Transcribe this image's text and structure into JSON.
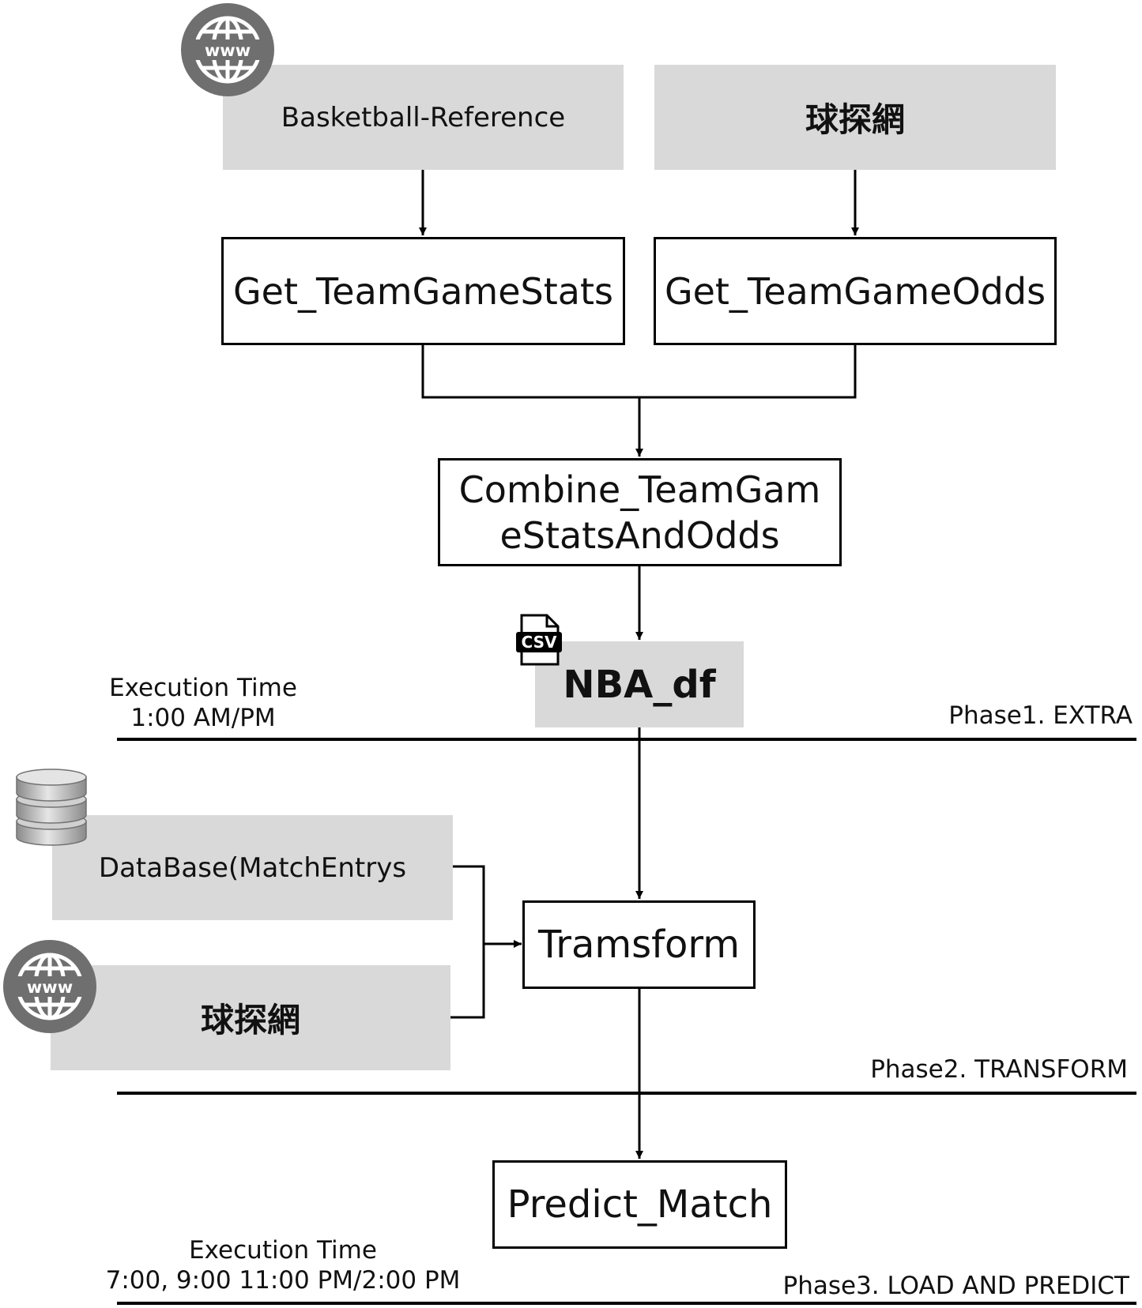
{
  "phase1": {
    "source_left": "Basketball-Reference",
    "source_right": "球探網",
    "get_stats": "Get_TeamGameStats",
    "get_odds": "Get_TeamGameOdds",
    "combine_line1": "Combine_TeamGam",
    "combine_line2": "eStatsAndOdds",
    "csv_badge": "CSV",
    "output": "NBA_df",
    "exec_title": "Execution Time",
    "exec_time": "1:00 AM/PM",
    "phase_label": "Phase1. EXTRA"
  },
  "phase2": {
    "database": "DataBase(MatchEntrys",
    "web_source": "球探網",
    "transform": "Tramsform",
    "phase_label": "Phase2. TRANSFORM"
  },
  "phase3": {
    "predict": "Predict_Match",
    "exec_title": "Execution Time",
    "exec_time": "7:00, 9:00 11:00 PM/2:00 PM",
    "phase_label": "Phase3. LOAD AND PREDICT"
  },
  "icons": {
    "web": "www-globe-icon",
    "csv": "csv-file-icon",
    "database": "database-stack-icon"
  }
}
